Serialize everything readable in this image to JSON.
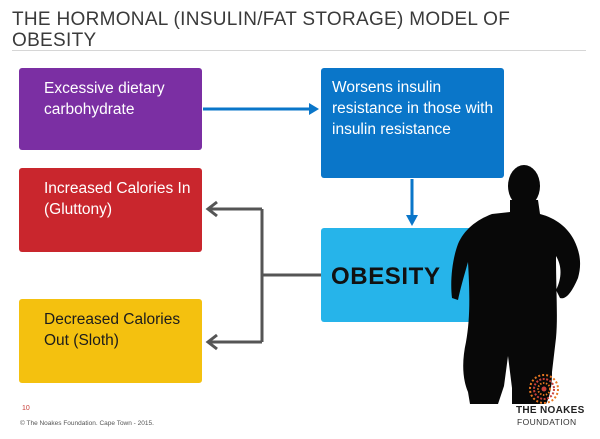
{
  "title": "THE HORMONAL (INSULIN/FAT STORAGE) MODEL OF OBESITY",
  "boxes": {
    "carb": "Excessive dietary carbohydrate",
    "insulin": "Worsens insulin resistance in those with insulin resistance",
    "calories_in": "Increased Calories In (Gluttony)",
    "calories_out": "Decreased Calories Out (Sloth)",
    "obesity": "OBESITY"
  },
  "footer": {
    "slide_number": "10",
    "copyright": "© The Noakes Foundation. Cape Town - 2015.",
    "logo_line1": "THE NOAKES",
    "logo_line2": "FOUNDATION"
  },
  "colors": {
    "carb": "#7b2fa3",
    "insulin": "#0a76c9",
    "calories_in": "#c9262d",
    "calories_out": "#f4c10f",
    "obesity": "#26b4ea",
    "arrow_blue": "#0a76c9",
    "arrow_grey": "#555555"
  },
  "icons": {
    "silhouette": "human-silhouette-icon",
    "logo": "noakes-foundation-logo-icon"
  }
}
